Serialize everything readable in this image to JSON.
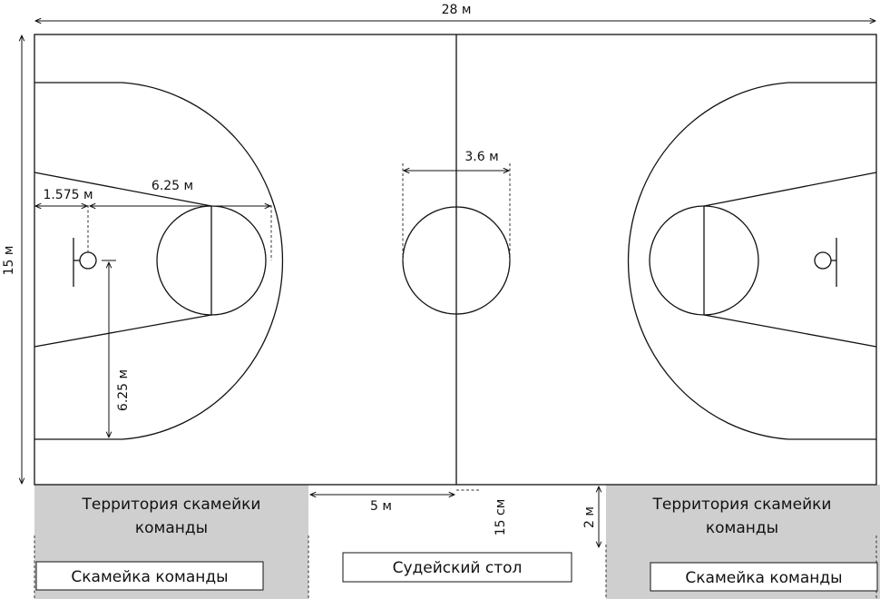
{
  "dimensions": {
    "court_length": "28 м",
    "court_width": "15 м",
    "center_circle_diameter": "3.6 м",
    "three_point_radius": "6.25 м",
    "three_point_distance": "6.25 м",
    "basket_offset": "1.575 м",
    "bench_offset": "5 м",
    "table_gap": "15 см",
    "bench_depth": "2 м"
  },
  "labels": {
    "bench_area_left": [
      "Территория скамейки",
      "команды"
    ],
    "bench_area_right": [
      "Территория скамейки",
      "команды"
    ],
    "team_bench_left": "Скамейка команды",
    "team_bench_right": "Скамейка команды",
    "scorer_table": "Судейский стол"
  },
  "colors": {
    "lines": "#111111",
    "bench_area_fill": "#cfcfcf",
    "background": "#ffffff"
  }
}
